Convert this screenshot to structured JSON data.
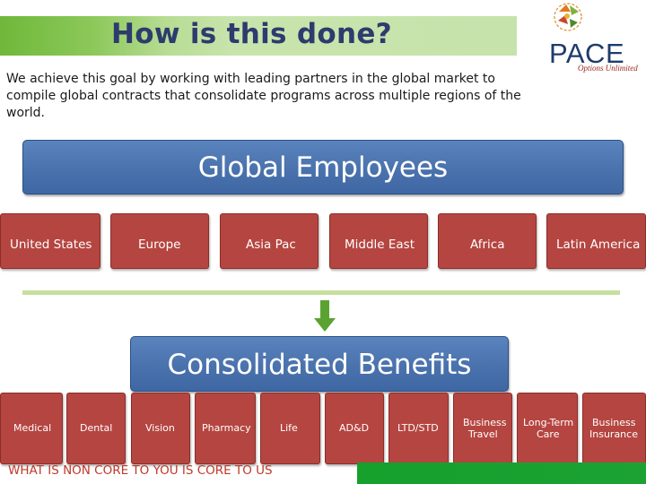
{
  "header": {
    "title": "How is this done?",
    "logo_word": "PACE",
    "logo_tagline": "Options Unlimited"
  },
  "intro_text": "We achieve this goal by working with leading partners in the global market to compile global contracts that consolidate programs across multiple regions of the world.",
  "global_box": {
    "label": "Global Employees"
  },
  "regions": [
    "United States",
    "Europe",
    "Asia Pac",
    "Middle East",
    "Africa",
    "Latin America"
  ],
  "consolidated_box": {
    "label": "Consolidated Benefits"
  },
  "benefits": [
    [
      "Medical"
    ],
    [
      "Dental"
    ],
    [
      "Vision"
    ],
    [
      "Pharmacy"
    ],
    [
      "Life"
    ],
    [
      "AD&D"
    ],
    [
      "LTD/STD"
    ],
    [
      "Business",
      "Travel"
    ],
    [
      "Long-Term",
      "Care"
    ],
    [
      "Business",
      "Insurance"
    ]
  ],
  "tagline": "WHAT IS NON CORE TO YOU IS CORE TO US",
  "colors": {
    "title_band": "#8cc85a",
    "title_text": "#2d3b6e",
    "blue_box": "#4a72ad",
    "red_box": "#b54540",
    "arrow": "#5aa332",
    "divider": "#c7df9e",
    "tagline": "#c0392b",
    "bottom_bar": "#1ba233"
  }
}
